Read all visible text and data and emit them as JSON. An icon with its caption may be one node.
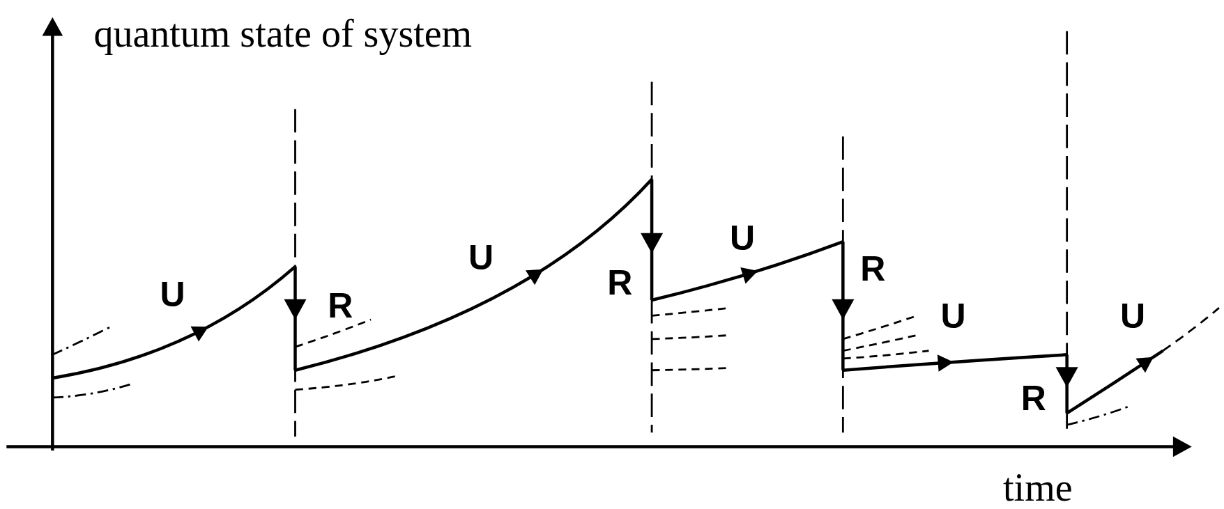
{
  "diagram": {
    "labels": [
      "quantum state of system",
      "U",
      "R",
      "U",
      "R",
      "U",
      "R",
      "U",
      "R",
      "U",
      "time"
    ]
  }
}
